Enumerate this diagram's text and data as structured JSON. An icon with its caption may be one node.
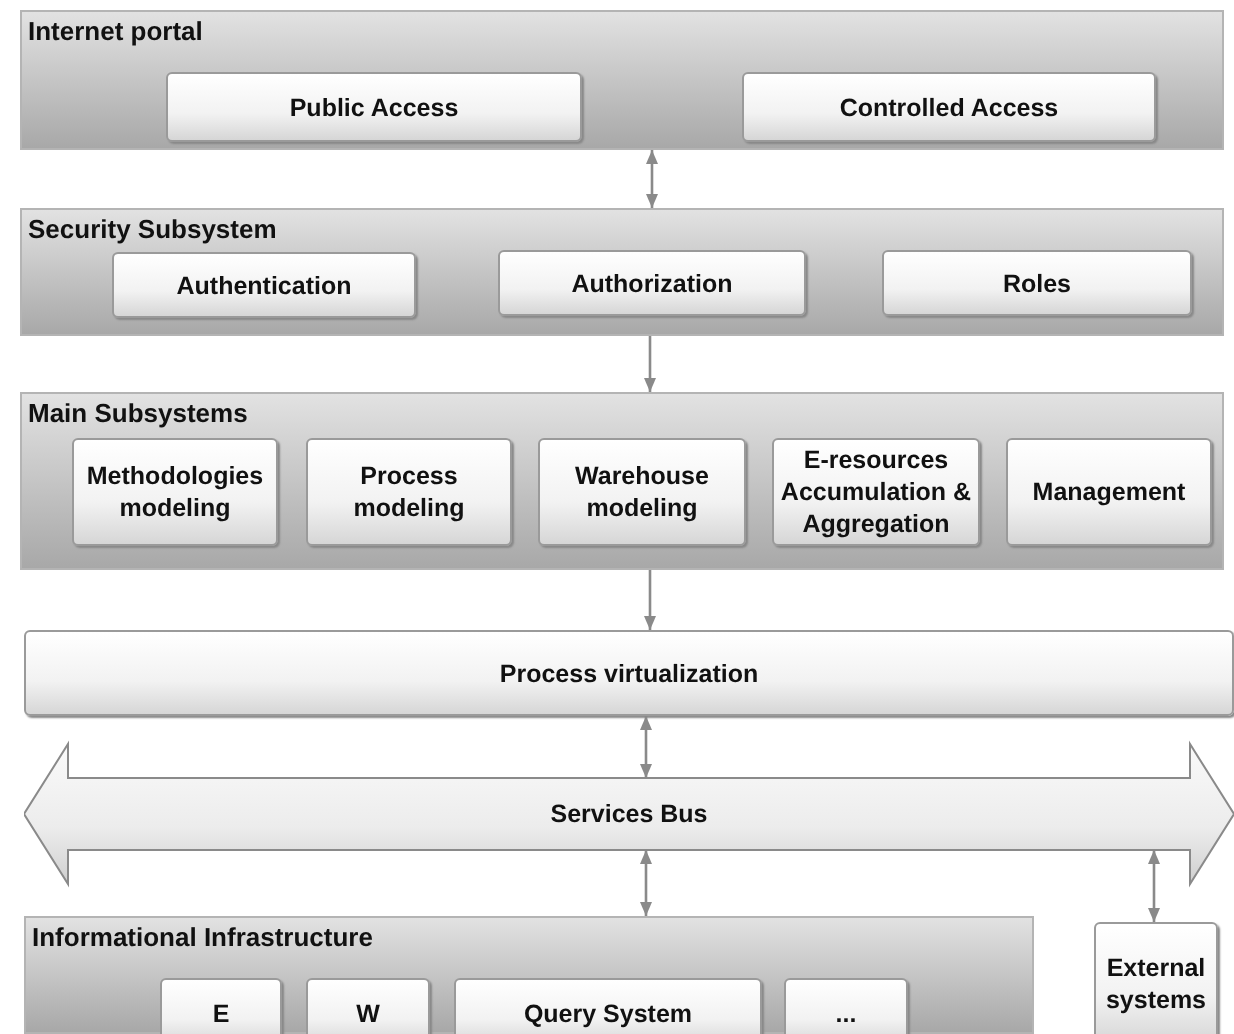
{
  "diagram": {
    "nodes": [
      {
        "text": [
          "Internet portal"
        ]
      },
      {
        "text": [
          "Public Access"
        ],
        "in": 0
      },
      {
        "text": [
          "Controlled Access"
        ],
        "in": 0
      },
      {
        "text": [
          "Security Subsystem"
        ]
      },
      {
        "text": [
          "Authentication"
        ],
        "in": 3
      },
      {
        "text": [
          "Authorization"
        ],
        "in": 3
      },
      {
        "text": [
          "Roles"
        ],
        "in": 3
      },
      {
        "text": [
          "Main Subsystems"
        ]
      },
      {
        "text": [
          "Methodologies modeling"
        ],
        "in": 7
      },
      {
        "text": [
          "Process modeling"
        ],
        "in": 7
      },
      {
        "text": [
          "Warehouse modeling"
        ],
        "in": 7
      },
      {
        "text": [
          "E-resources Accumulation & Aggregation"
        ],
        "in": 7
      },
      {
        "text": [
          "Management"
        ],
        "in": 7
      },
      {
        "text": [
          "Process virtualization"
        ]
      },
      {
        "text": [
          "Services Bus"
        ]
      },
      {
        "text": [
          "Informational Infrastructure"
        ]
      },
      {
        "text": [
          "E"
        ],
        "in": 15
      },
      {
        "text": [
          "W"
        ],
        "in": 15
      },
      {
        "text": [
          "Query System"
        ],
        "in": 15
      },
      {
        "text": [
          "..."
        ],
        "in": 15
      },
      {
        "text": [
          "External systems"
        ]
      }
    ],
    "edges": [
      {
        "from": 0,
        "to": 3,
        "arrow": "both"
      },
      {
        "from": 3,
        "to": 7,
        "arrow": "to"
      },
      {
        "from": 7,
        "to": 13,
        "arrow": "to"
      },
      {
        "from": 13,
        "to": 14,
        "arrow": "both"
      },
      {
        "from": 14,
        "to": 15,
        "arrow": "both"
      },
      {
        "from": 14,
        "to": 20,
        "arrow": "both"
      }
    ]
  }
}
